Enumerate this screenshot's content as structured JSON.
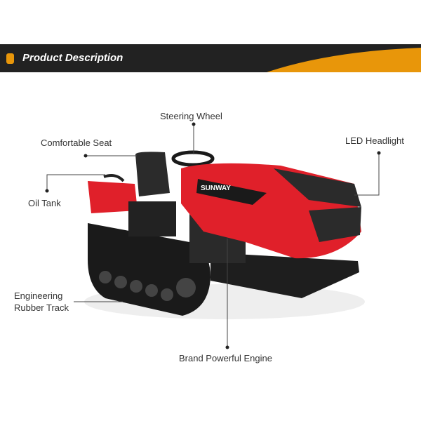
{
  "header": {
    "title": "Product Description",
    "accent": "#E8960A",
    "bar": "#222222"
  },
  "product": {
    "brand_logo": "SUNWAY",
    "body_color": "#E0202A"
  },
  "labels": {
    "steering_wheel": "Steering Wheel",
    "comfortable_seat": "Comfortable Seat",
    "led_headlight": "LED Headlight",
    "oil_tank": "Oil Tank",
    "rubber_track_line1": "Engineering",
    "rubber_track_line2": "Rubber Track",
    "engine": "Brand Powerful Engine"
  }
}
